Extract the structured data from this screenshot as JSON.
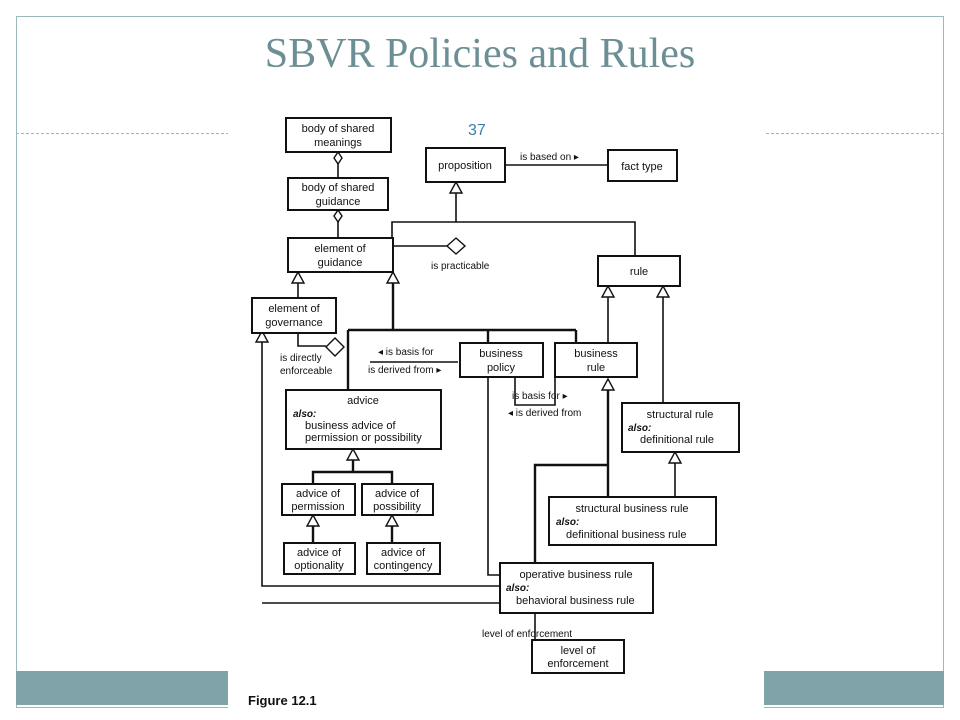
{
  "slide": {
    "title": "SBVR Policies and Rules",
    "page_number": "37",
    "caption": "Figure 12.1"
  },
  "nodes": {
    "body_meanings": [
      "body of shared",
      "meanings"
    ],
    "body_guidance": [
      "body of shared",
      "guidance"
    ],
    "proposition": [
      "proposition"
    ],
    "fact_type": [
      "fact type"
    ],
    "element_guidance": [
      "element of",
      "guidance"
    ],
    "rule": [
      "rule"
    ],
    "element_governance": [
      "element of",
      "governance"
    ],
    "business_policy": [
      "business",
      "policy"
    ],
    "business_rule": [
      "business",
      "rule"
    ],
    "advice": {
      "lines": [
        "advice"
      ],
      "also": "also:",
      "also_lines": [
        "business advice of",
        "permission or possibility"
      ]
    },
    "structural_rule": {
      "lines": [
        "structural rule"
      ],
      "also": "also:",
      "also_lines": [
        "definitional rule"
      ]
    },
    "advice_permission": [
      "advice of",
      "permission"
    ],
    "advice_possibility": [
      "advice of",
      "possibility"
    ],
    "advice_optionality": [
      "advice of",
      "optionality"
    ],
    "advice_contingency": [
      "advice of",
      "contingency"
    ],
    "structural_business_rule": {
      "lines": [
        "structural business rule"
      ],
      "also": "also:",
      "also_lines": [
        "definitional business rule"
      ]
    },
    "operative_business_rule": {
      "lines": [
        "operative business rule"
      ],
      "also": "also:",
      "also_lines": [
        "behavioral business rule"
      ]
    },
    "level_enforcement": [
      "level of",
      "enforcement"
    ]
  },
  "relations": {
    "is_based_on": "is based on ▸",
    "is_practicable": "is practicable",
    "is_directly_enforceable": [
      "is directly",
      "enforceable"
    ],
    "is_basis_for_1": "◂ is basis for",
    "is_derived_from_1": "is derived from ▸",
    "is_basis_for_2": "is basis for ▸",
    "is_derived_from_2": "◂ is derived from",
    "level_of_enforcement": "level of enforcement"
  }
}
